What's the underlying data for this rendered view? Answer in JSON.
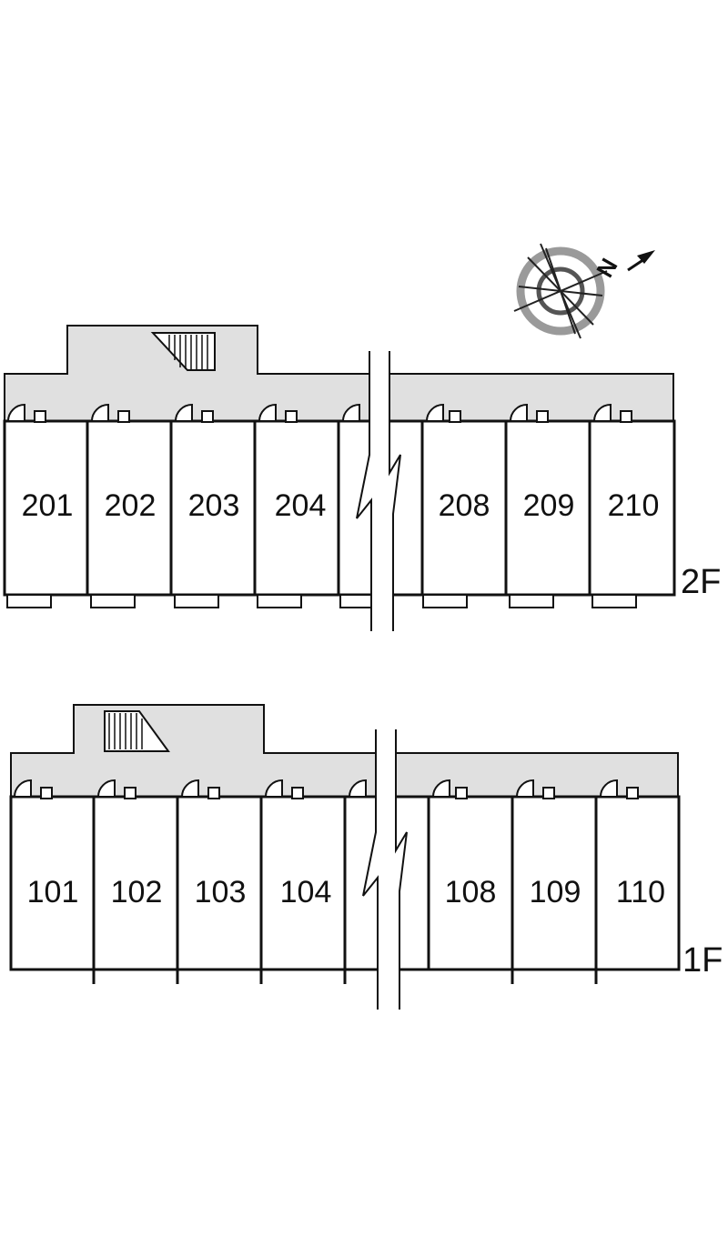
{
  "floors": [
    {
      "label": "2F",
      "units": [
        "201",
        "202",
        "203",
        "204",
        "",
        "208",
        "209",
        "210"
      ]
    },
    {
      "label": "1F",
      "units": [
        "101",
        "102",
        "103",
        "104",
        "",
        "108",
        "109",
        "110"
      ]
    }
  ],
  "compass": {
    "north_label": "N"
  },
  "colors": {
    "corridor": "#e0e0e0",
    "wall": "#111111",
    "compass_ring": "#9a9a9a"
  }
}
